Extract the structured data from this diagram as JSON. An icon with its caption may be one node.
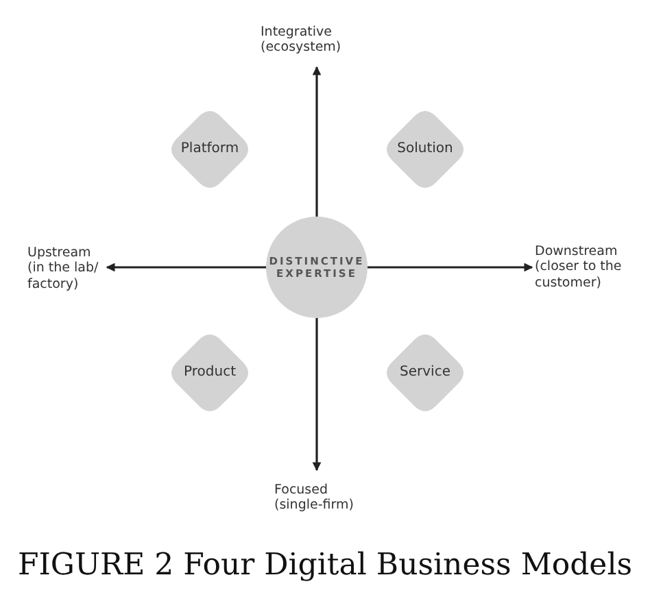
{
  "diagram": {
    "caption": "FIGURE 2 Four Digital Business Models",
    "nodes": [
      {
        "text": [
          "Integrative (ecosystem)"
        ]
      },
      {
        "text": [
          "Platform"
        ]
      },
      {
        "text": [
          "Solution"
        ]
      },
      {
        "text": [
          "Upstream (in the lab/ factory)"
        ]
      },
      {
        "text": [
          "DISTINCTIVE EXPERTISE"
        ]
      },
      {
        "text": [
          "Downstream (closer to the customer)"
        ]
      },
      {
        "text": [
          "Product"
        ]
      },
      {
        "text": [
          "Service"
        ]
      },
      {
        "text": [
          "Focused (single-firm)"
        ]
      }
    ],
    "edges": [
      {
        "from": 4,
        "to": 0,
        "arrow": "to"
      },
      {
        "from": 4,
        "to": 3,
        "arrow": "to"
      },
      {
        "from": 4,
        "to": 5,
        "arrow": "to"
      },
      {
        "from": 4,
        "to": 8,
        "arrow": "to"
      }
    ]
  }
}
